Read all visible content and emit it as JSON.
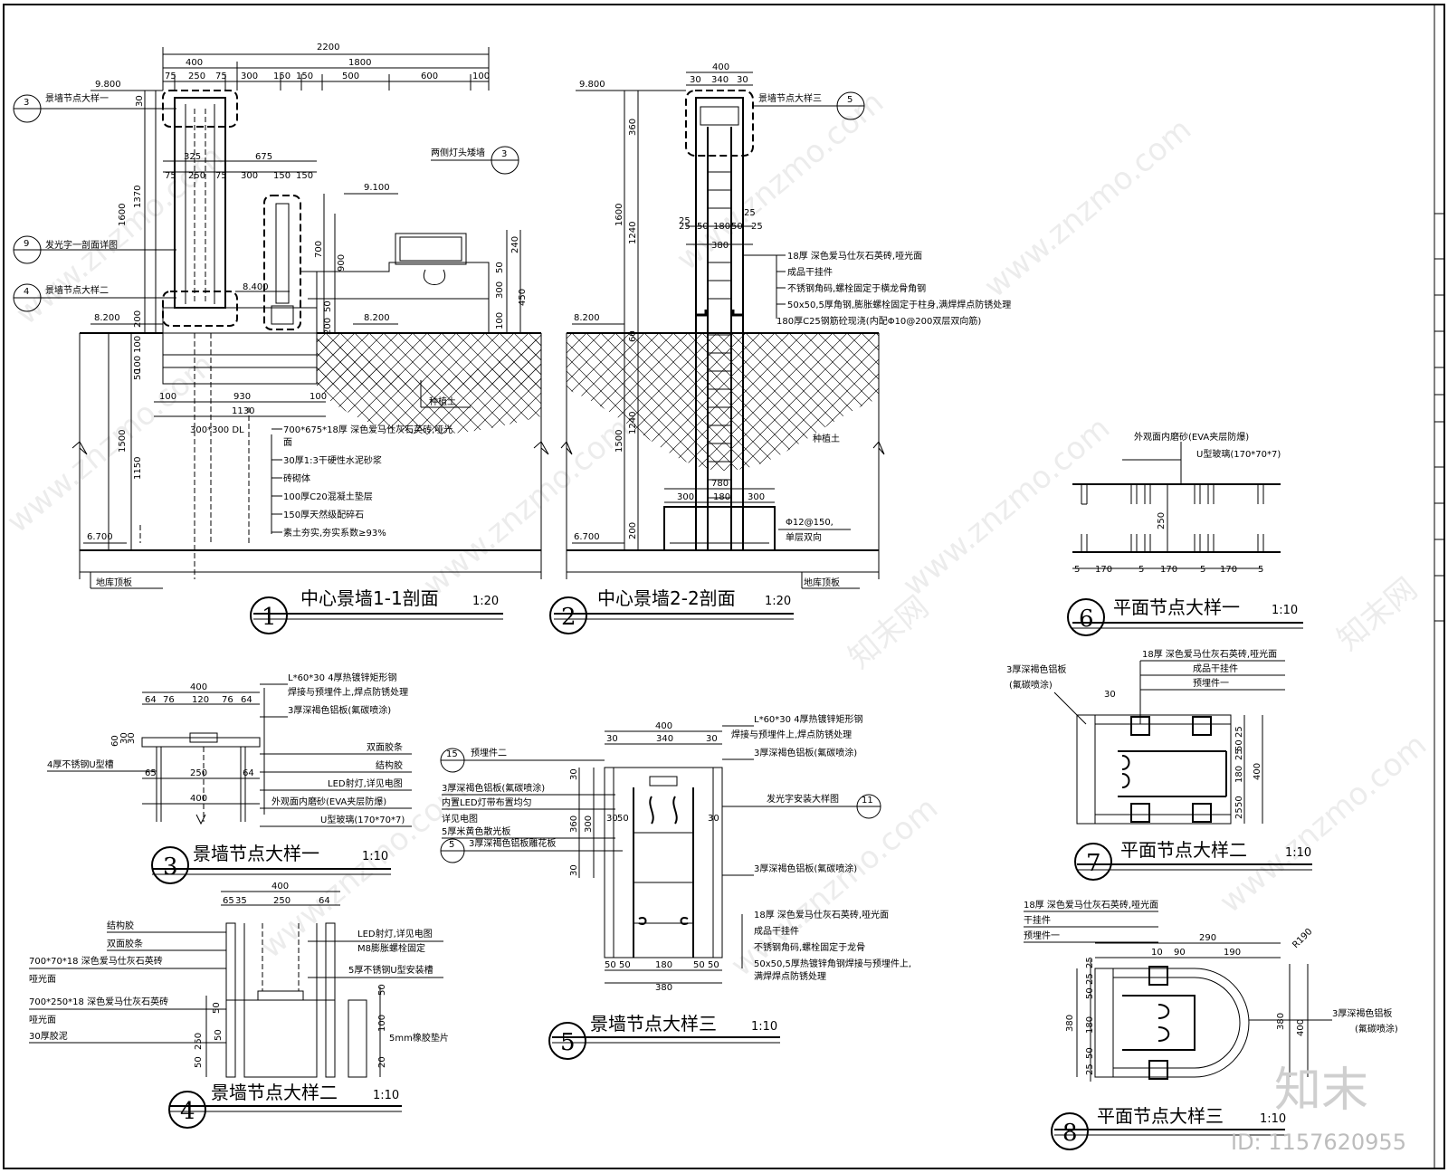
{
  "drawings": {
    "d1": {
      "title": "中心景墙1-1剖面",
      "scale": "1:20",
      "number": "1"
    },
    "d2": {
      "title": "中心景墙2-2剖面",
      "scale": "1:20",
      "number": "2"
    },
    "d3": {
      "title": "景墙节点大样一",
      "scale": "1:10",
      "number": "3"
    },
    "d4": {
      "title": "景墙节点大样二",
      "scale": "1:10",
      "number": "4"
    },
    "d5": {
      "title": "景墙节点大样三",
      "scale": "1:10",
      "number": "5"
    },
    "d6": {
      "title": "平面节点大样一",
      "scale": "1:10",
      "number": "6"
    },
    "d7": {
      "title": "平面节点大样二",
      "scale": "1:10",
      "number": "7"
    },
    "d8": {
      "title": "平面节点大样三",
      "scale": "1:10",
      "number": "8"
    }
  },
  "s1": {
    "dims_top": [
      "2200",
      "400",
      "1800",
      "75",
      "250",
      "75",
      "300",
      "150",
      "150",
      "500",
      "600",
      "100"
    ],
    "dims_mid": [
      "325",
      "675",
      "75",
      "250",
      "75",
      "300",
      "150",
      "150"
    ],
    "levels": [
      "9.800",
      "9.100",
      "8.400",
      "8.200",
      "8.200",
      "6.700"
    ],
    "vert_dims": [
      "30",
      "1370",
      "1600",
      "200",
      "700",
      "900",
      "240",
      "50",
      "300",
      "450",
      "100",
      "50",
      "200",
      "100",
      "100",
      "50",
      "1500",
      "1150"
    ],
    "bottom_dims": [
      "100",
      "930",
      "100",
      "1130"
    ],
    "refs": [
      {
        "num": "3",
        "sub": "",
        "label": "景墙节点大样一"
      },
      {
        "num": "9",
        "sub": "",
        "label": "发光字一剖面详图"
      },
      {
        "num": "4",
        "sub": "",
        "label": "景墙节点大样二"
      },
      {
        "num": "3",
        "sub": "",
        "label": "两侧灯头矮墙"
      }
    ],
    "notes": [
      "300*300 DL",
      "700*675*18厚 深色爱马仕灰石英砖,哑光",
      "面",
      "30厚1:3干硬性水泥砂浆",
      "砖砌体",
      "100厚C20混凝土垫层",
      "150厚天然级配碎石",
      "素土夯实,夯实系数≥93%"
    ],
    "soil": "种植土",
    "slab": "地库顶板"
  },
  "s2": {
    "dims_top": [
      "400",
      "30",
      "340",
      "30"
    ],
    "dims_mid": [
      "25",
      "25",
      "50",
      "180",
      "50",
      "25",
      "25",
      "380"
    ],
    "dims_bottom": [
      "300",
      "180",
      "300",
      "780"
    ],
    "vert_dims": [
      "360",
      "1600",
      "1240",
      "1240",
      "1500",
      "60",
      "200"
    ],
    "levels": [
      "9.800",
      "8.200",
      "6.700"
    ],
    "ref": {
      "num": "5",
      "label": "景墙节点大样三"
    },
    "notes": [
      "18厚 深色爱马仕灰石英砖,哑光面",
      "成品干挂件",
      "不锈钢角码,螺栓固定于横龙骨角钢",
      "50x50,5厚角钢,膨胀螺栓固定于柱身,满焊焊点防锈处理",
      "180厚C25钢筋砼现浇(内配Φ10@200双层双向筋)"
    ],
    "rebar": [
      "Φ12@150,",
      "单层双向"
    ],
    "soil": "种植土",
    "slab": "地库顶板"
  },
  "s3": {
    "dims": [
      "400",
      "64",
      "76",
      "120",
      "76",
      "64",
      "60",
      "30",
      "30",
      "250",
      "65",
      "64",
      "400"
    ],
    "notes_r": [
      "L*60*30 4厚热镀锌矩形钢",
      "焊接与预埋件上,焊点防锈处理",
      "3厚深褐色铝板(氟碳喷涂)",
      "双面胶条",
      "结构胶",
      "LED射灯,详见电图",
      "外观面内磨砂(EVA夹层防爆)",
      "U型玻璃(170*70*7)"
    ],
    "note_l": "4厚不锈钢U型槽"
  },
  "s4": {
    "dims": [
      "400",
      "65",
      "35",
      "250",
      "50",
      "64",
      "250",
      "50",
      "50",
      "100",
      "50",
      "20"
    ],
    "notes_l": [
      "结构胶",
      "双面胶条",
      "700*70*18 深色爱马仕灰石英砖",
      "哑光面",
      "700*250*18 深色爱马仕灰石英砖",
      "哑光面",
      "30厚胶泥"
    ],
    "notes_r": [
      "LED射灯,详见电图",
      "M8膨胀螺栓固定",
      "5厚不锈钢U型安装槽",
      "5mm橡胶垫片"
    ]
  },
  "s5": {
    "dims_top": [
      "400",
      "30",
      "340",
      "30"
    ],
    "dims_bottom": [
      "50",
      "50",
      "180",
      "50",
      "50",
      "380"
    ],
    "vert_dims": [
      "30",
      "300",
      "360",
      "30"
    ],
    "side_dims": [
      "30",
      "50",
      "30"
    ],
    "refs": [
      {
        "num": "15",
        "label": "预埋件二"
      },
      {
        "num": "5",
        "label": "3厚深褐色铝板雕花板"
      },
      {
        "num": "11",
        "label": "发光字安装大样图"
      }
    ],
    "notes_l": [
      "3厚深褐色铝板(氟碳喷涂)",
      "内置LED灯带布置均匀",
      "详见电图",
      "5厚米黄色散光板"
    ],
    "notes_r": [
      "L*60*30 4厚热镀锌矩形钢",
      "焊接与预埋件上,焊点防锈处理",
      "3厚深褐色铝板(氟碳喷涂)",
      "3厚深褐色铝板(氟碳喷涂)",
      "18厚 深色爱马仕灰石英砖,哑光面",
      "成品干挂件",
      "不锈钢角码,螺栓固定于龙骨",
      "50x50,5厚热镀锌角钢焊接与预埋件上,",
      "满焊焊点防锈处理"
    ]
  },
  "s6": {
    "notes": [
      "外观面内磨砂(EVA夹层防爆)",
      "U型玻璃(170*70*7)"
    ],
    "dims": [
      "250",
      "5",
      "170",
      "5",
      "170",
      "5",
      "170",
      "5"
    ]
  },
  "s7": {
    "notes_top": [
      "18厚 深色爱马仕灰石英砖,哑光面",
      "成品干挂件",
      "预埋件一"
    ],
    "note_l": [
      "3厚深褐色铝板",
      "(氟碳喷涂)"
    ],
    "dims": [
      "30",
      "25",
      "50",
      "25",
      "180",
      "50",
      "25",
      "400"
    ]
  },
  "s8": {
    "notes_l": [
      "18厚 深色爱马仕灰石英砖,哑光面",
      "干挂件",
      "预埋件一"
    ],
    "notes_r": [
      "3厚深褐色铝板",
      "(氟碳喷涂)"
    ],
    "dims": [
      "290",
      "10",
      "90",
      "190",
      "R190",
      "25",
      "25",
      "50",
      "180",
      "50",
      "25",
      "380",
      "380",
      "400"
    ]
  },
  "watermark": {
    "site": "www.znzmo.com",
    "brand": "知末网",
    "logo": "知末",
    "id": "ID: 1157620955"
  }
}
